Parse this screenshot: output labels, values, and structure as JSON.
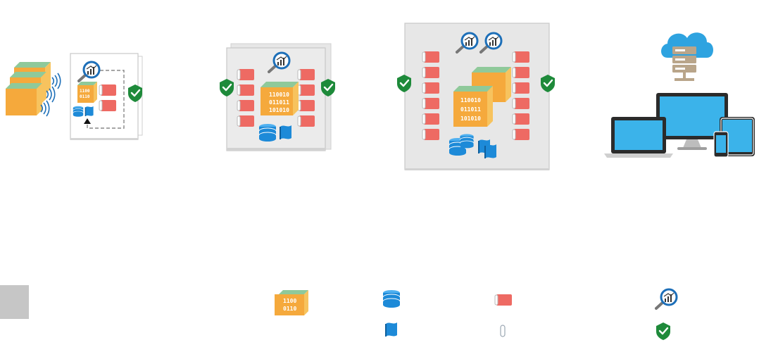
{
  "diagram": {
    "cube_code_short": [
      "1100",
      "0110"
    ],
    "cube_code_long": [
      "110010",
      "011011",
      "101010"
    ],
    "legend": {
      "cube_code": [
        "1100",
        "0110"
      ]
    }
  },
  "colors": {
    "cube_front": "#f5a93c",
    "cube_top": "#8fc99a",
    "cube_side": "#f7c35e",
    "red_block": "#ee6a63",
    "db_blue": "#1d8ad8",
    "shield_green": "#1e8a3a",
    "panel_gray": "#e7e7e7",
    "screen_blue": "#3bb3ea",
    "device_dark": "#2b2b2b",
    "cloud_blue": "#2ea3e0",
    "server_tan": "#b9a58a"
  },
  "icons": [
    "sensor-cube-icon",
    "analytics-magnifier-icon",
    "shield-check-icon",
    "database-icon",
    "stream-flag-icon",
    "red-block-icon",
    "connector-pill-icon",
    "cloud-server-icon",
    "desktop-icon",
    "laptop-icon",
    "tablet-icon",
    "phone-icon"
  ]
}
